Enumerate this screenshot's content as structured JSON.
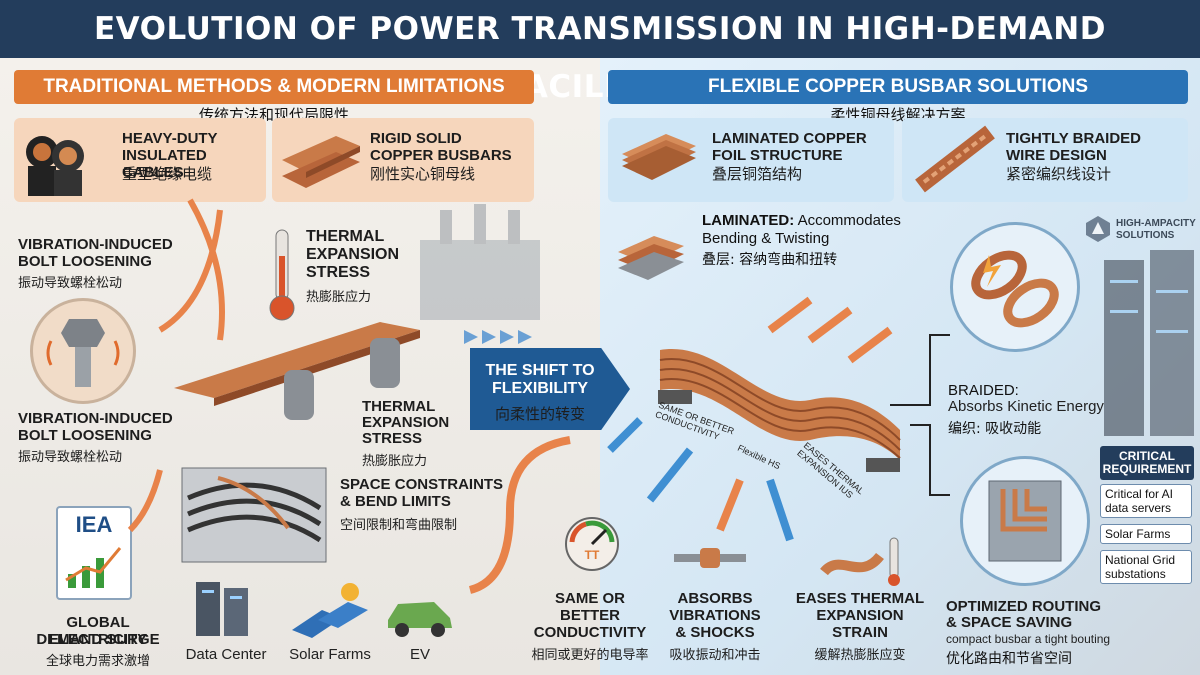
{
  "title": "EVOLUTION OF POWER TRANSMISSION IN HIGH-DEMAND FACILITIES",
  "left": {
    "header": "TRADITIONAL METHODS & MODERN LIMITATIONS",
    "header_zh": "传统方法和现代局限性",
    "cables": {
      "l1": "HEAVY-DUTY",
      "l2": "INSULATED CABLES",
      "zh": "重型绝缘电缆"
    },
    "busbars": {
      "l1": "RIGID SOLID",
      "l2": "COPPER BUSBARS",
      "zh": "刚性实心铜母线"
    },
    "vib1": {
      "l1": "VIBRATION-INDUCED",
      "l2": "BOLT LOOSENING",
      "zh": "振动导致螺栓松动"
    },
    "vib2": {
      "l1": "VIBRATION-INDUCED",
      "l2": "BOLT LOOSENING",
      "zh": "振动导致螺栓松动"
    },
    "thermal1": {
      "l1": "THERMAL",
      "l2": "EXPANSION",
      "l3": "STRESS",
      "zh": "热膨胀应力"
    },
    "thermal2": {
      "l1": "THERMAL",
      "l2": "EXPANSION",
      "l3": "STRESS",
      "zh": "热膨胀应力"
    },
    "space": {
      "l1": "SPACE CONSTRAINTS",
      "l2": "& BEND LIMITS",
      "zh": "空间限制和弯曲限制"
    },
    "iea": "IEA",
    "demand": {
      "l1": "GLOBAL ELECTRICITY",
      "l2": "DEMAND SURGE",
      "zh": "全球电力需求激增"
    },
    "bottom_icons": [
      "Data Center",
      "Solar Farms",
      "EV"
    ]
  },
  "shift": {
    "l1": "THE SHIFT TO",
    "l2": "FLEXIBILITY",
    "zh": "向柔性的转变"
  },
  "right": {
    "header": "FLEXIBLE COPPER BUSBAR SOLUTIONS",
    "header_zh": "柔性铜母线解决方案",
    "laminated": {
      "l1": "LAMINATED COPPER",
      "l2": "FOIL STRUCTURE",
      "zh": "叠层铜箔结构"
    },
    "braided": {
      "l1": "TIGHTLY BRAIDED",
      "l2": "WIRE DESIGN",
      "zh": "紧密编织线设计"
    },
    "lam_note": {
      "bold": "LAMINATED:",
      "t1": "Accommodates",
      "t2": "Bending & Twisting",
      "zh": "叠层: 容纳弯曲和扭转"
    },
    "logo": {
      "l1": "HIGH-AMPACITY",
      "l2": "SOLUTIONS"
    },
    "braid_note": {
      "bold": "BRAIDED:",
      "t1": "Absorbs Kinetic Energy",
      "zh": "编织: 吸收动能"
    },
    "critical": {
      "head1": "CRITICAL",
      "head2": "REQUIREMENT",
      "items": [
        "Critical for AI data servers",
        "Solar Farms",
        "National Grid substations"
      ]
    },
    "routing": {
      "l1": "OPTIMIZED ROUTING",
      "l2": "& SPACE SAVING",
      "t": "compact busbar a tight bouting",
      "zh": "优化路由和节省空间"
    },
    "benefits": [
      {
        "l1": "SAME OR",
        "l2": "BETTER",
        "l3": "CONDUCTIVITY",
        "zh": "相同或更好的电导率"
      },
      {
        "l1": "ABSORBS",
        "l2": "VIBRATIONS",
        "l3": "& SHOCKS",
        "zh": "吸收振动和冲击"
      },
      {
        "l1": "EASES THERMAL",
        "l2": "EXPANSION",
        "l3": "STRAIN",
        "zh": "缓解热膨胀应变"
      }
    ],
    "arrow_labels": [
      "SAME OR BETTER CONDUCTIVITY",
      "Flexible HS",
      "EASES THERMAL EXPANSION IUS"
    ],
    "gauge": "TT"
  }
}
